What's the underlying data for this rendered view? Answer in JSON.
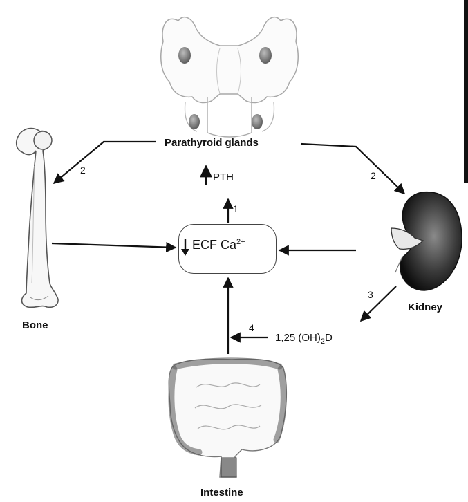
{
  "labels": {
    "parathyroid": "Parathyroid glands",
    "bone": "Bone",
    "kidney": "Kidney",
    "intestine": "Intestine"
  },
  "hormones": {
    "pth": "PTH",
    "vitd_prefix": "1,25 (OH)",
    "vitd_sub": "2",
    "vitd_suffix": "D"
  },
  "ecf": {
    "text": "ECF Ca",
    "sup": "2+"
  },
  "steps": {
    "s1": "1",
    "s2_bone": "2",
    "s2_kidney": "2",
    "s3": "3",
    "s4": "4"
  }
}
